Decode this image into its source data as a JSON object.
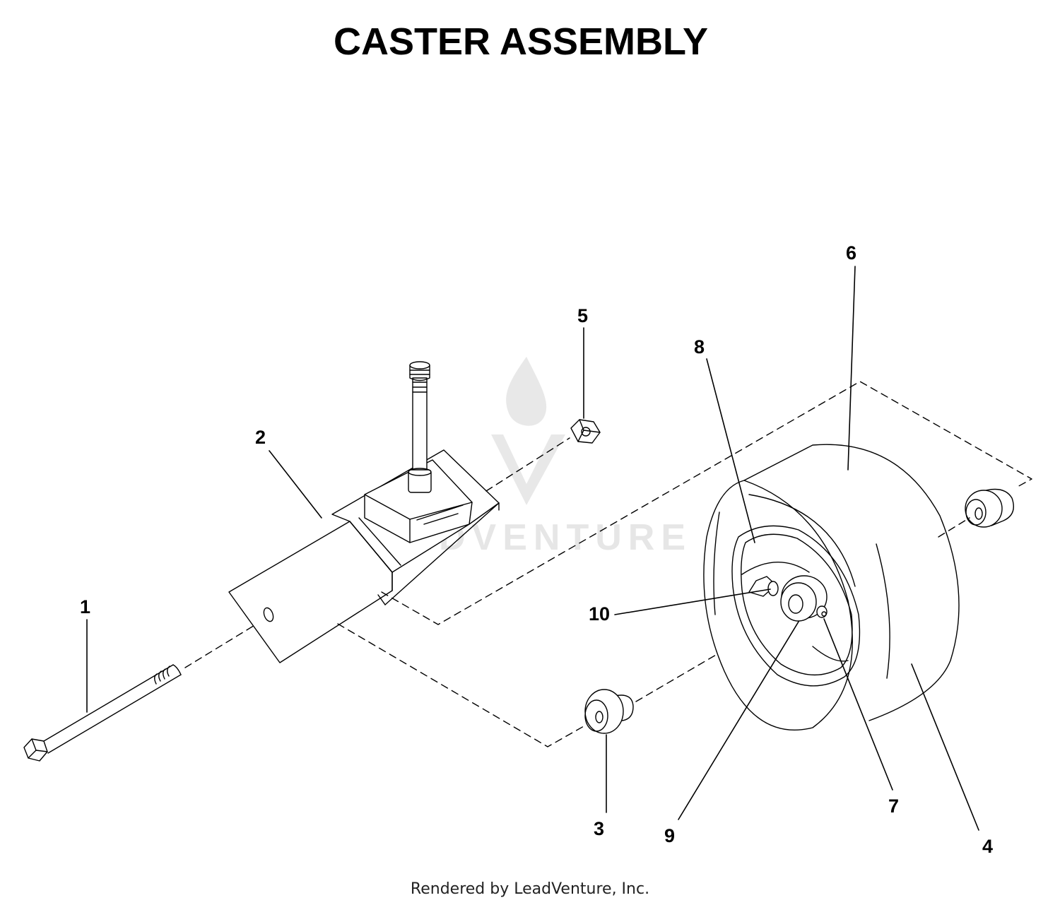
{
  "title": "CASTER ASSEMBLY",
  "footer": "Rendered by LeadVenture, Inc.",
  "watermark": {
    "text": "LEADVENTURE",
    "color": "#e4e4e4"
  },
  "callouts": [
    {
      "id": "1",
      "label": "1",
      "part": "bolt"
    },
    {
      "id": "2",
      "label": "2",
      "part": "caster-fork"
    },
    {
      "id": "3",
      "label": "3",
      "part": "spacer-left"
    },
    {
      "id": "4",
      "label": "4",
      "part": "wheel-tire"
    },
    {
      "id": "5",
      "label": "5",
      "part": "hex-nut"
    },
    {
      "id": "6",
      "label": "6",
      "part": "wheel-tire"
    },
    {
      "id": "7",
      "label": "7",
      "part": "set-screw"
    },
    {
      "id": "8",
      "label": "8",
      "part": "wheel-rim"
    },
    {
      "id": "9",
      "label": "9",
      "part": "bearing"
    },
    {
      "id": "10",
      "label": "10",
      "part": "grease-fitting"
    }
  ],
  "colors": {
    "line": "#000000",
    "background": "#ffffff"
  }
}
